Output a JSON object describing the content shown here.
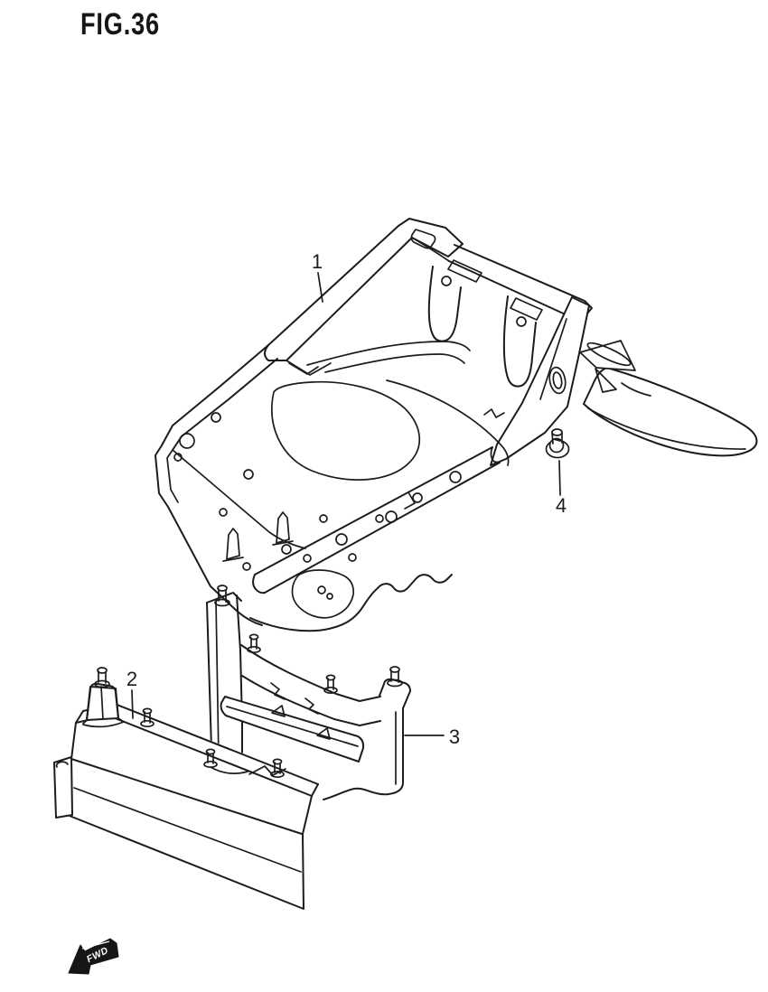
{
  "figure": {
    "title": "FIG.36"
  },
  "callouts": {
    "c1": "1",
    "c2": "2",
    "c3": "3",
    "c4": "4"
  },
  "direction_marker": {
    "label": "FWD"
  },
  "colors": {
    "line": "#1c1c1c",
    "background": "#ffffff"
  }
}
